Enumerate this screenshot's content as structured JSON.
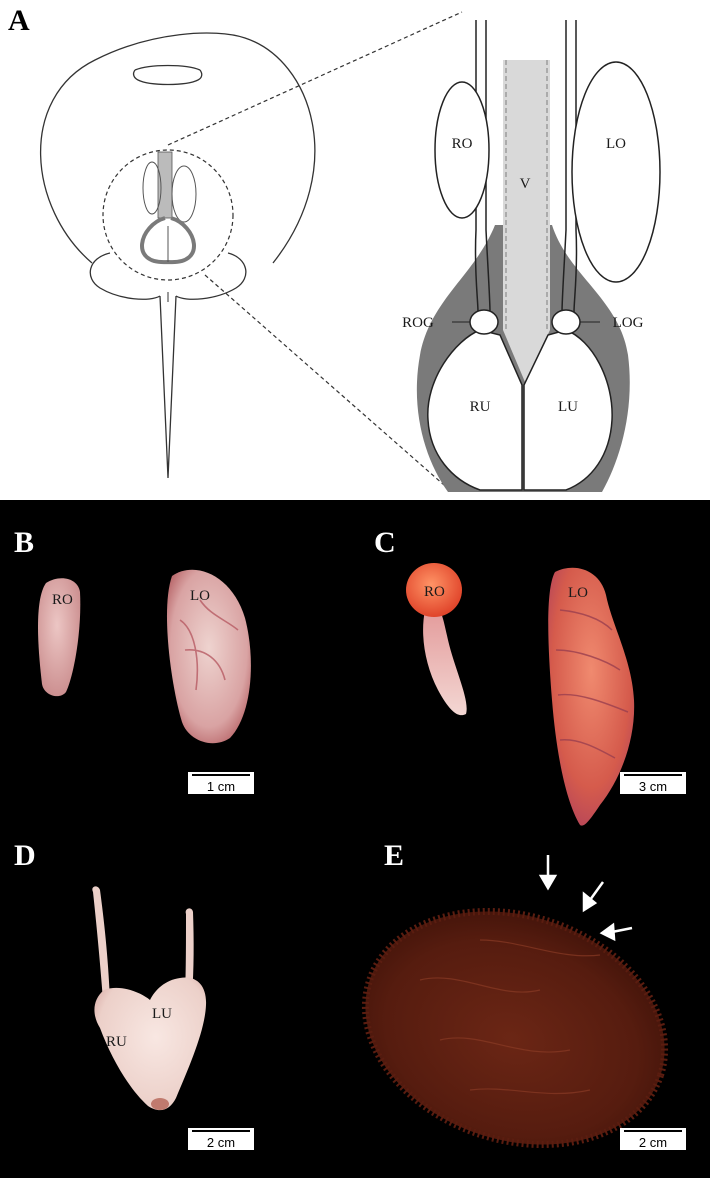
{
  "panels": {
    "a": {
      "label": "A",
      "labels": {
        "ro": "RO",
        "lo": "LO",
        "v": "V",
        "rog": "ROG",
        "log": "LOG",
        "ru": "RU",
        "lu": "LU"
      }
    },
    "b": {
      "label": "B",
      "ro": "RO",
      "lo": "LO",
      "scale": "1 cm"
    },
    "c": {
      "label": "C",
      "ro": "RO",
      "lo": "LO",
      "scale": "3 cm"
    },
    "d": {
      "label": "D",
      "ru": "RU",
      "lu": "LU",
      "scale": "2 cm"
    },
    "e": {
      "label": "E",
      "scale": "2 cm"
    }
  },
  "colors": {
    "outline": "#333333",
    "tract_gray": "#7a7a7a",
    "vagina_gray": "#d9d9d9",
    "photo_bg": "#000000",
    "ovary_tissue": "#e0a8a6",
    "ovary_c": "#e5745f",
    "uterus_d": "#f1dcd6",
    "uterus_e": "#5b1d10"
  }
}
